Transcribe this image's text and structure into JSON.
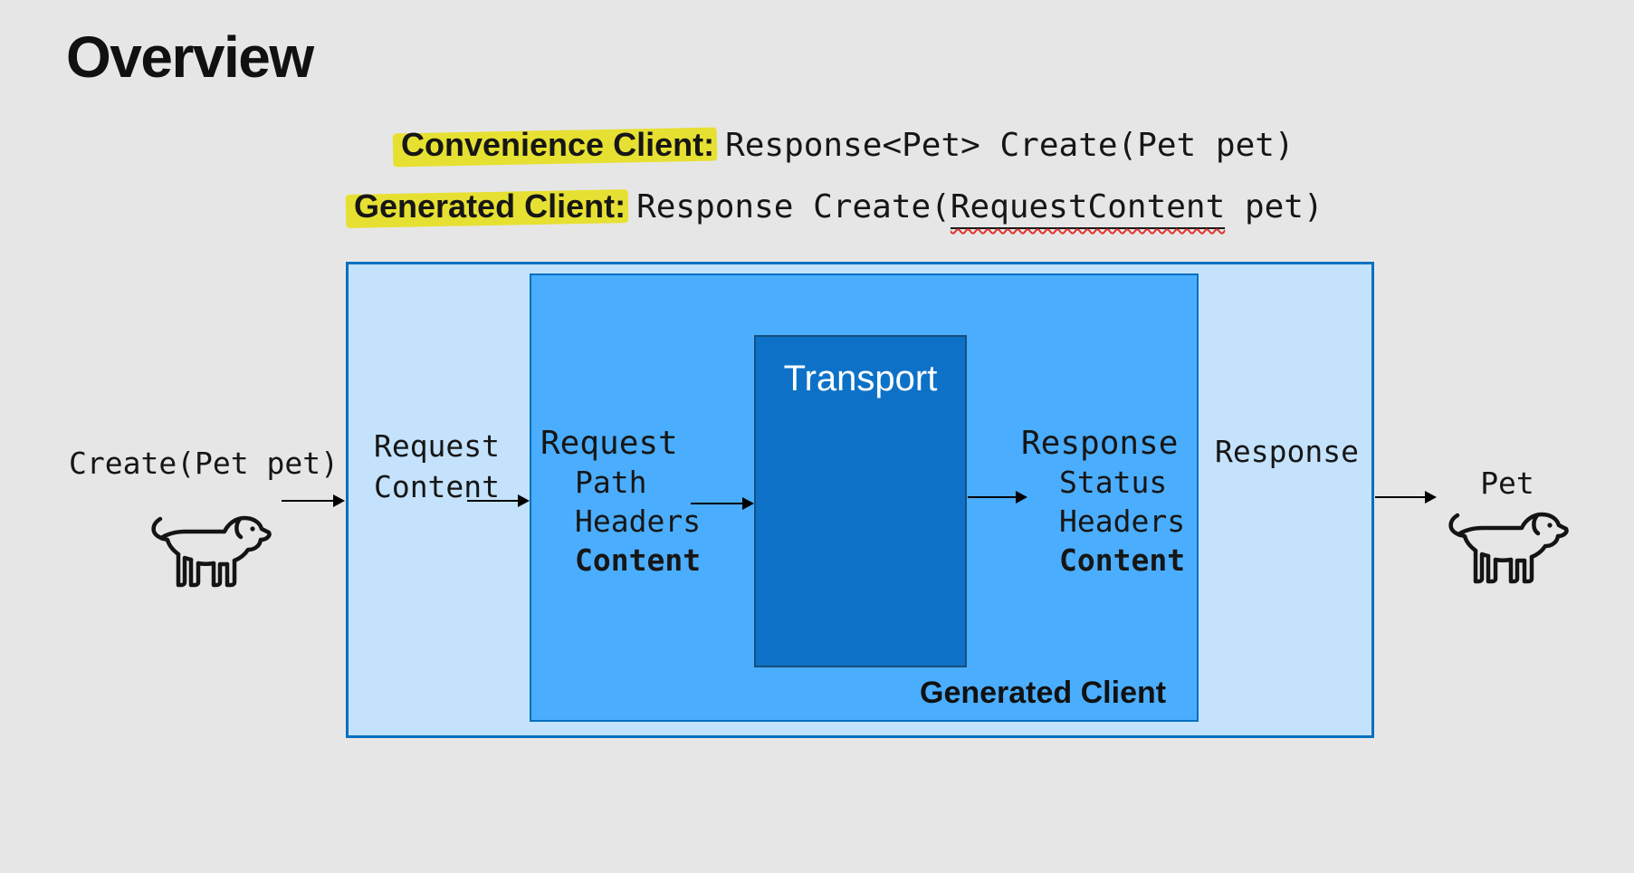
{
  "slide": {
    "title": "Overview"
  },
  "signatures": {
    "convenience": {
      "label": "Convenience Client:",
      "code": "Response<Pet> Create(Pet pet)"
    },
    "generated": {
      "label": "Generated Client:",
      "code_prefix": "Response Create(",
      "code_underlined": "RequestContent",
      "code_suffix": " pet)"
    }
  },
  "diagram": {
    "input_call": "Create(Pet pet)",
    "request_content_label": {
      "line1": "Request",
      "line2": "Content"
    },
    "request_block": {
      "title": "Request",
      "items": [
        "Path",
        "Headers"
      ],
      "bold_item": "Content"
    },
    "transport_label": "Transport",
    "response_block": {
      "title": "Response",
      "items": [
        "Status",
        "Headers"
      ],
      "bold_item": "Content"
    },
    "response_label": "Response",
    "output_label": "Pet",
    "generated_client_caption": "Generated Client"
  },
  "icons": {
    "input_pet": "dog-icon",
    "output_pet": "dog-icon"
  },
  "colors": {
    "background": "#E7E6E6",
    "outer_box_fill": "#C4E2FB",
    "inner_box_fill": "#4BADFD",
    "transport_fill": "#0D72C7",
    "box_border": "#0070C0",
    "transport_border": "#164F7E",
    "highlight_yellow": "#E6E032",
    "highlight_green": "#55B42C",
    "spellcheck_red": "#E0342F",
    "transport_text": "#FFFFFF"
  }
}
